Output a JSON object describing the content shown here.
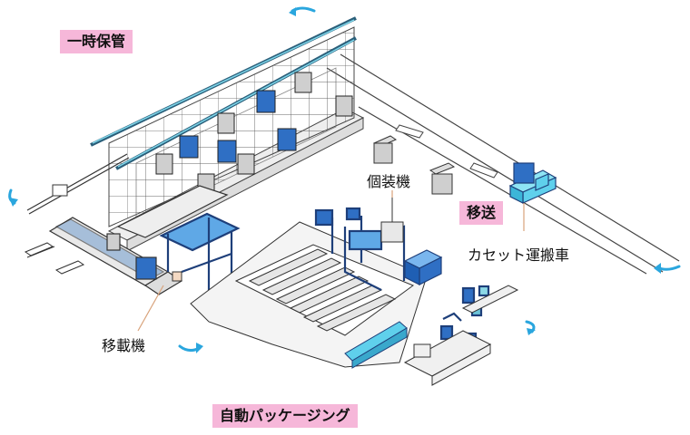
{
  "labels": {
    "temporary_storage": "一時保管",
    "transfer": "移送",
    "individual_packaging_machine": "個装機",
    "cassette_carrier": "カセット運搬車",
    "transfer_machine": "移載機",
    "automatic_packaging": "自動パッケージング"
  },
  "colors": {
    "label_background": "#f6b7d9",
    "equipment_blue": "#2f6fc4",
    "accent_cyan": "#5fd0ec",
    "arrow_cyan": "#2aa6de",
    "line": "#333333"
  },
  "icons": {
    "direction_arrows": "curved-arrow-icon"
  }
}
